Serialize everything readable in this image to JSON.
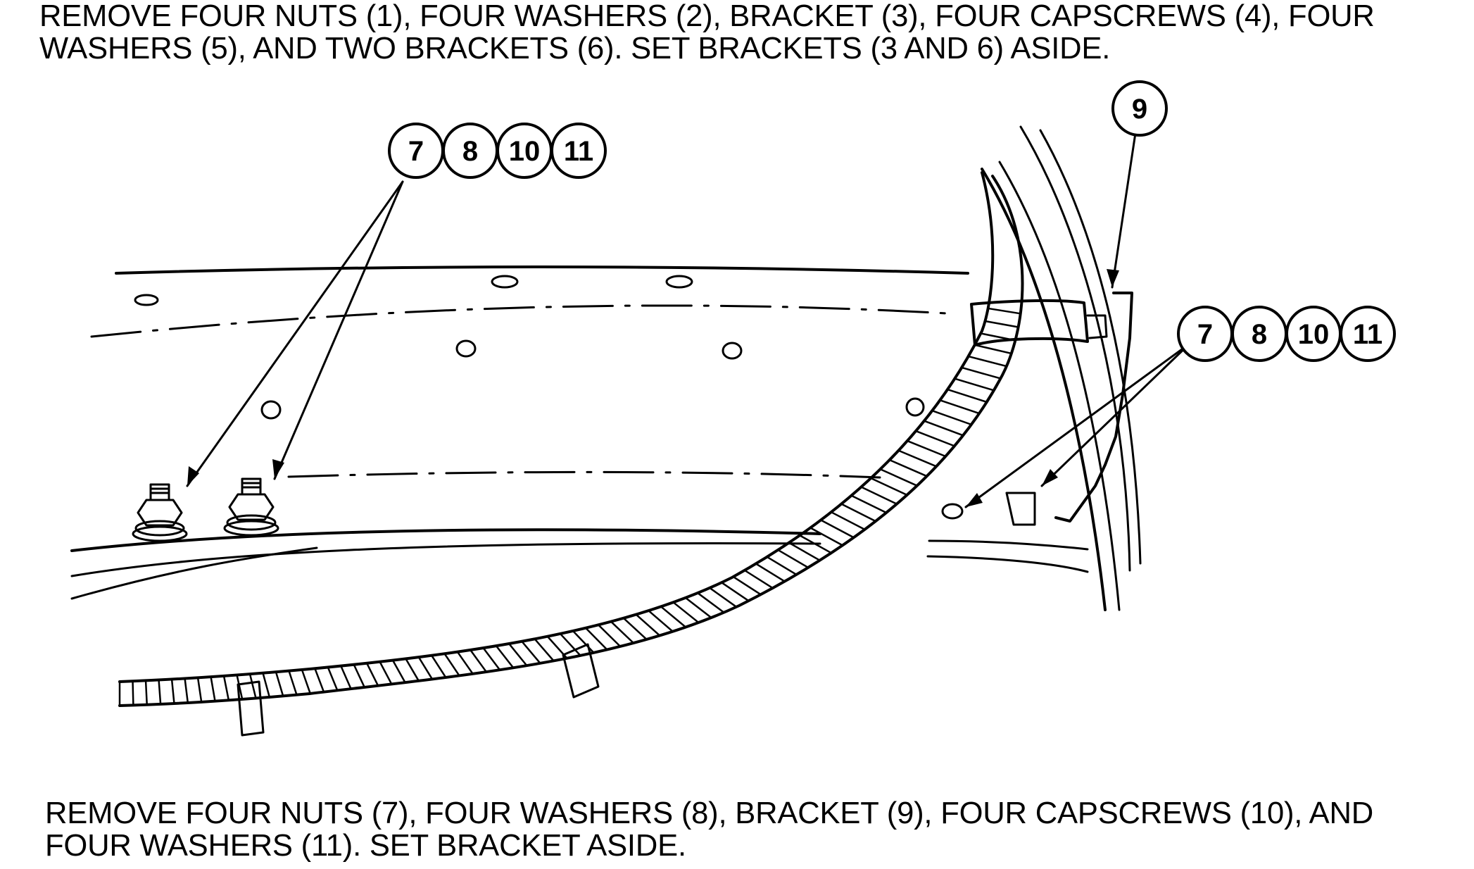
{
  "instructions": {
    "top_line_1": "REMOVE FOUR NUTS (1), FOUR WASHERS (2), BRACKET (3), FOUR CAPSCREWS (4), FOUR",
    "top_line_2": "WASHERS (5), AND TWO BRACKETS (6). SET BRACKETS (3 AND 6) ASIDE.",
    "bottom_line_1": "REMOVE FOUR NUTS (7), FOUR WASHERS (8), BRACKET (9), FOUR CAPSCREWS (10), AND",
    "bottom_line_2": "FOUR WASHERS (11). SET BRACKET ASIDE."
  },
  "callouts": {
    "left_group": [
      "7",
      "8",
      "10",
      "11"
    ],
    "bracket": "9",
    "right_group": [
      "7",
      "8",
      "10",
      "11"
    ]
  },
  "colors": {
    "ink": "#000000",
    "paper": "#ffffff"
  }
}
